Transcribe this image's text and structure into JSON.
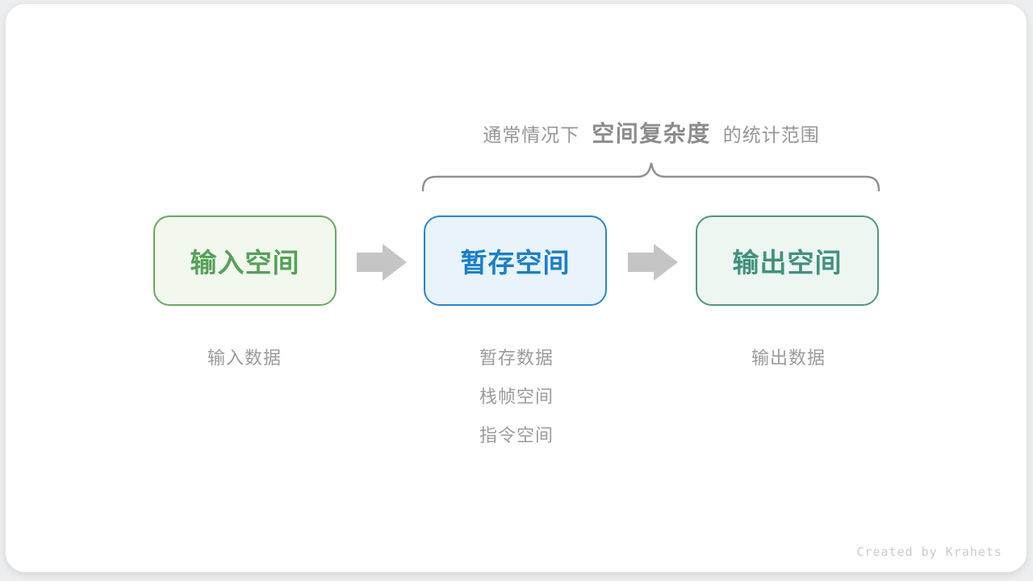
{
  "title": {
    "prefix": "通常情况下",
    "highlight": "空间复杂度",
    "suffix": "的统计范围"
  },
  "boxes": [
    {
      "label": "输入空间",
      "text_color": "#55a159",
      "border_color": "#6aa862",
      "bg_color": "#f2f8ee",
      "sub_labels": [
        "输入数据"
      ]
    },
    {
      "label": "暂存空间",
      "text_color": "#1b7fc6",
      "border_color": "#2a85cb",
      "bg_color": "#e9f3fb",
      "sub_labels": [
        "暂存数据",
        "栈帧空间",
        "指令空间"
      ]
    },
    {
      "label": "输出空间",
      "text_color": "#41917f",
      "border_color": "#4e9583",
      "bg_color": "#eef6f2",
      "sub_labels": [
        "输出数据"
      ]
    }
  ],
  "icons": {
    "arrow": "right-block-arrow",
    "brace": "horizontal-curly-brace"
  },
  "credit": "Created by Krahets",
  "colors": {
    "canvas_bg": "#eceef0",
    "card_bg": "#ffffff",
    "title_text": "#969696",
    "title_highlight": "#8c8c8c",
    "label_text": "#9b9b9b",
    "arrow": "#c5c5c5",
    "brace": "#909090",
    "credit_text": "#cbcbcb"
  }
}
